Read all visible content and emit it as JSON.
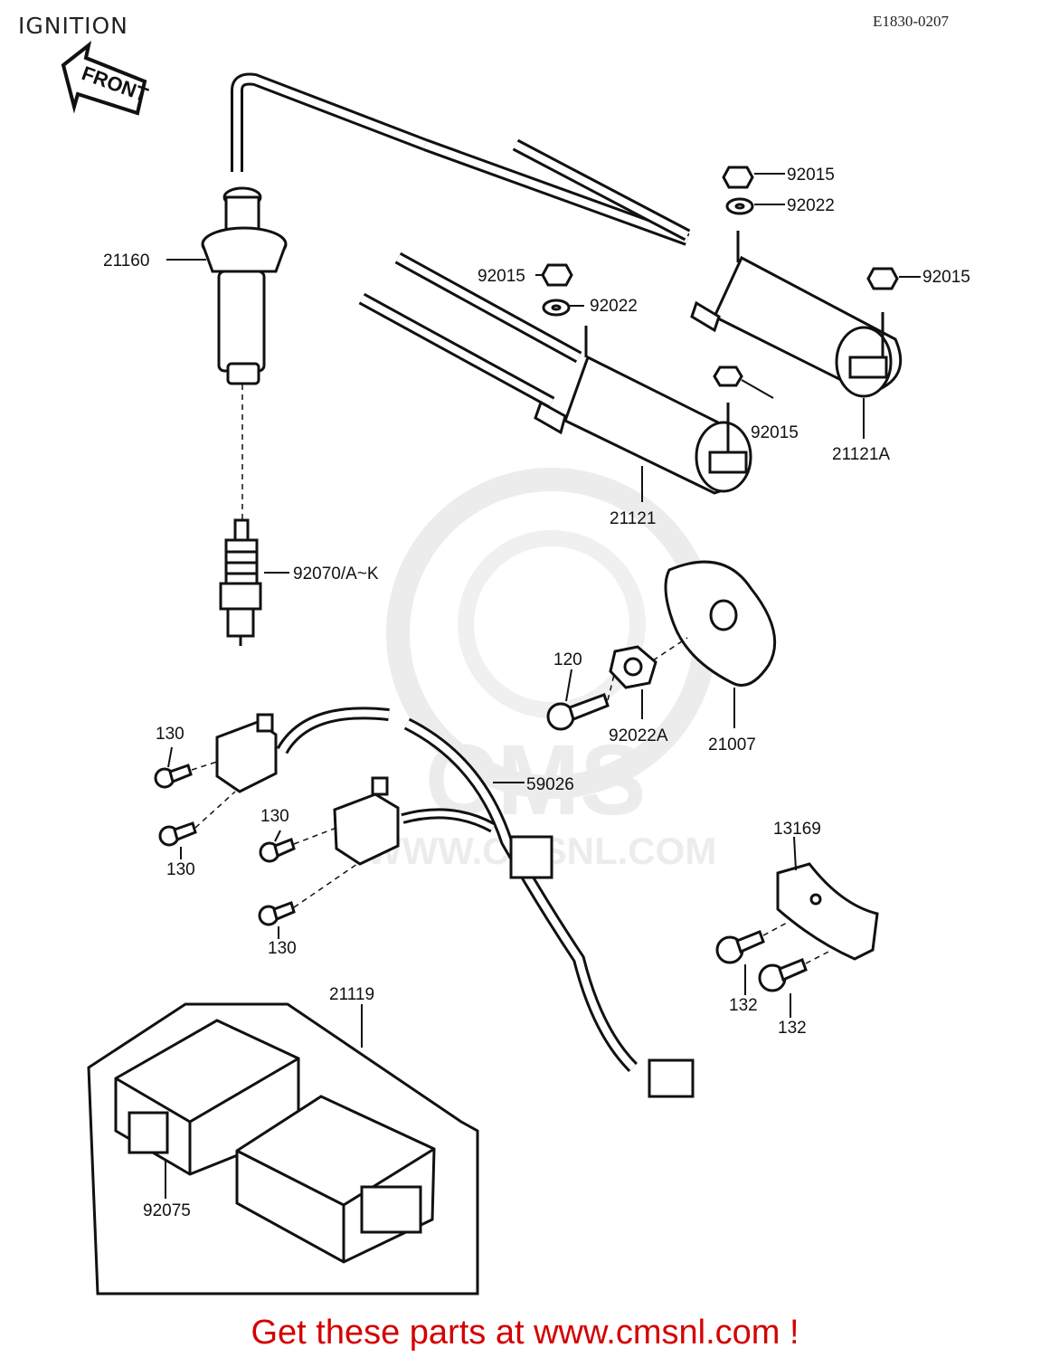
{
  "header": {
    "title": "IGNITION",
    "diagram_code": "E1830-0207",
    "front_label": "FRONT"
  },
  "watermark": {
    "brand": "CMS",
    "url": "WWW.CMSNL.COM"
  },
  "parts": {
    "p21160": "21160",
    "p92070": "92070/A~K",
    "p92015_top": "92015",
    "p92022_top": "92022",
    "p92015_right": "92015",
    "p92015_mid": "92015",
    "p92022_mid": "92022",
    "p92015_lower": "92015",
    "p21121A": "21121A",
    "p21121": "21121",
    "p120": "120",
    "p92022A": "92022A",
    "p21007": "21007",
    "p130_a": "130",
    "p59026": "59026",
    "p130_b": "130",
    "p130_c": "130",
    "p130_d": "130",
    "p13169": "13169",
    "p132_a": "132",
    "p132_b": "132",
    "p21119": "21119",
    "p92075": "92075"
  },
  "footer": {
    "cta": "Get these parts at www.cmsnl.com !"
  }
}
